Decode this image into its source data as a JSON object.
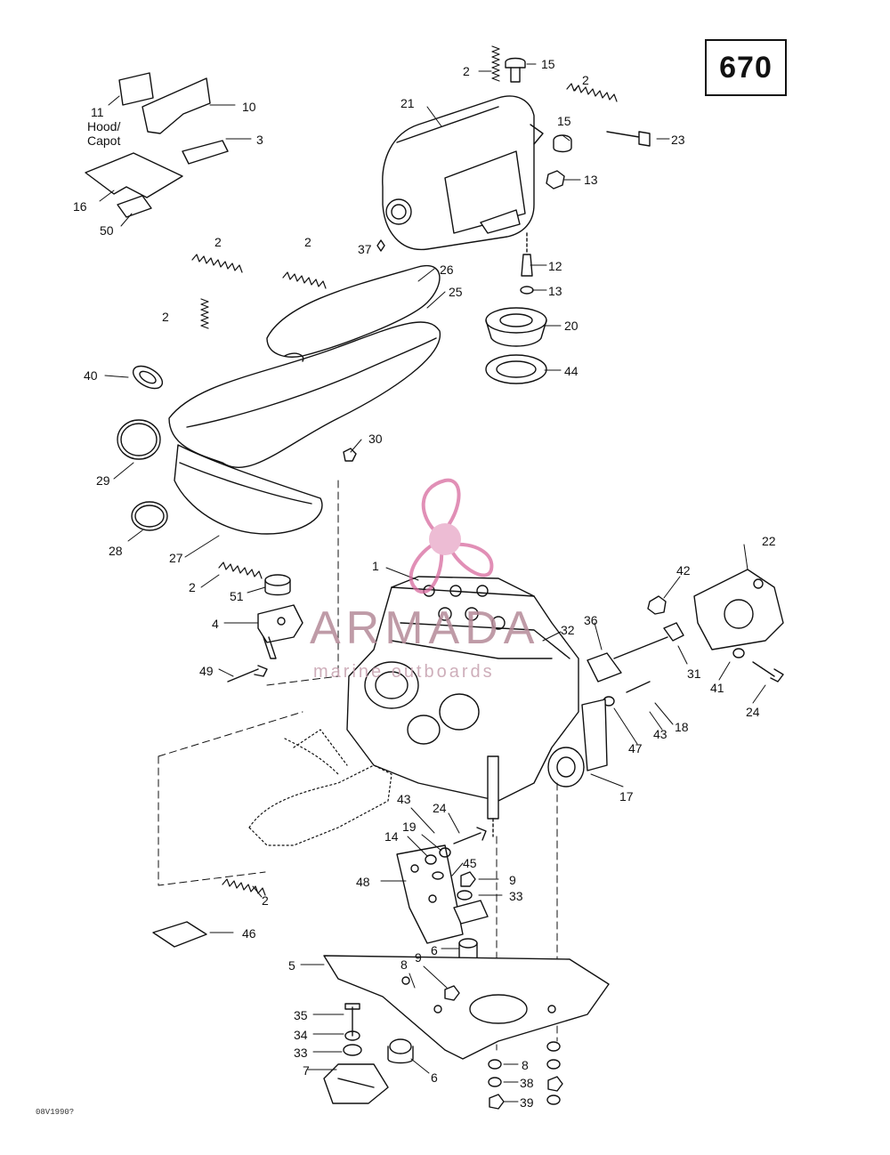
{
  "page_number": "670",
  "hood_label_line1": "Hood/",
  "hood_label_line2": "Capot",
  "watermark": {
    "brand": "ARMADA",
    "tagline": "marine outboards"
  },
  "drawing_code": "08V1990?",
  "callouts": [
    {
      "id": "c2a",
      "text": "2"
    },
    {
      "id": "c15a",
      "text": "15"
    },
    {
      "id": "c2b",
      "text": "2"
    },
    {
      "id": "c11",
      "text": "11"
    },
    {
      "id": "c10",
      "text": "10"
    },
    {
      "id": "c21",
      "text": "21"
    },
    {
      "id": "c15b",
      "text": "15"
    },
    {
      "id": "c23",
      "text": "23"
    },
    {
      "id": "c3",
      "text": "3"
    },
    {
      "id": "c13a",
      "text": "13"
    },
    {
      "id": "c16",
      "text": "16"
    },
    {
      "id": "c50",
      "text": "50"
    },
    {
      "id": "c37",
      "text": "37"
    },
    {
      "id": "c2c",
      "text": "2"
    },
    {
      "id": "c2d",
      "text": "2"
    },
    {
      "id": "c12",
      "text": "12"
    },
    {
      "id": "c26",
      "text": "26"
    },
    {
      "id": "c13b",
      "text": "13"
    },
    {
      "id": "c25",
      "text": "25"
    },
    {
      "id": "c2e",
      "text": "2"
    },
    {
      "id": "c20",
      "text": "20"
    },
    {
      "id": "c44",
      "text": "44"
    },
    {
      "id": "c40",
      "text": "40"
    },
    {
      "id": "c30",
      "text": "30"
    },
    {
      "id": "c29",
      "text": "29"
    },
    {
      "id": "c28",
      "text": "28"
    },
    {
      "id": "c27",
      "text": "27"
    },
    {
      "id": "c22",
      "text": "22"
    },
    {
      "id": "c1",
      "text": "1"
    },
    {
      "id": "c2f",
      "text": "2"
    },
    {
      "id": "c42",
      "text": "42"
    },
    {
      "id": "c51",
      "text": "51"
    },
    {
      "id": "c36",
      "text": "36"
    },
    {
      "id": "c4",
      "text": "4"
    },
    {
      "id": "c32",
      "text": "32"
    },
    {
      "id": "c31",
      "text": "31"
    },
    {
      "id": "c49",
      "text": "49"
    },
    {
      "id": "c41",
      "text": "41"
    },
    {
      "id": "c24a",
      "text": "24"
    },
    {
      "id": "c18",
      "text": "18"
    },
    {
      "id": "c43a",
      "text": "43"
    },
    {
      "id": "c47",
      "text": "47"
    },
    {
      "id": "c17",
      "text": "17"
    },
    {
      "id": "c43b",
      "text": "43"
    },
    {
      "id": "c24b",
      "text": "24"
    },
    {
      "id": "c14",
      "text": "14"
    },
    {
      "id": "c19",
      "text": "19"
    },
    {
      "id": "c45",
      "text": "45"
    },
    {
      "id": "c48",
      "text": "48"
    },
    {
      "id": "c9a",
      "text": "9"
    },
    {
      "id": "c33a",
      "text": "33"
    },
    {
      "id": "c2g",
      "text": "2"
    },
    {
      "id": "c46",
      "text": "46"
    },
    {
      "id": "c6a",
      "text": "6"
    },
    {
      "id": "c5",
      "text": "5"
    },
    {
      "id": "c8a",
      "text": "8"
    },
    {
      "id": "c9b",
      "text": "9"
    },
    {
      "id": "c35",
      "text": "35"
    },
    {
      "id": "c34",
      "text": "34"
    },
    {
      "id": "c33b",
      "text": "33"
    },
    {
      "id": "c8b",
      "text": "8"
    },
    {
      "id": "c7",
      "text": "7"
    },
    {
      "id": "c6b",
      "text": "6"
    },
    {
      "id": "c38",
      "text": "38"
    },
    {
      "id": "c39",
      "text": "39"
    }
  ]
}
